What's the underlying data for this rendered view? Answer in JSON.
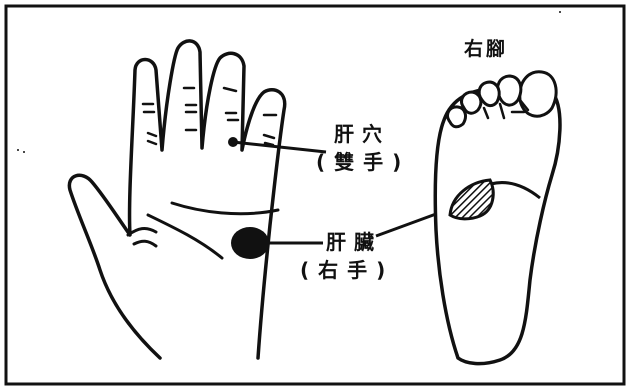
{
  "labels": {
    "right_foot": "右腳",
    "liver_point": "肝穴",
    "both_hands": "(雙手)",
    "liver_organ": "肝臟",
    "right_hand": "(右手)"
  },
  "colors": {
    "ink": "#111111",
    "paper": "#ffffff"
  }
}
